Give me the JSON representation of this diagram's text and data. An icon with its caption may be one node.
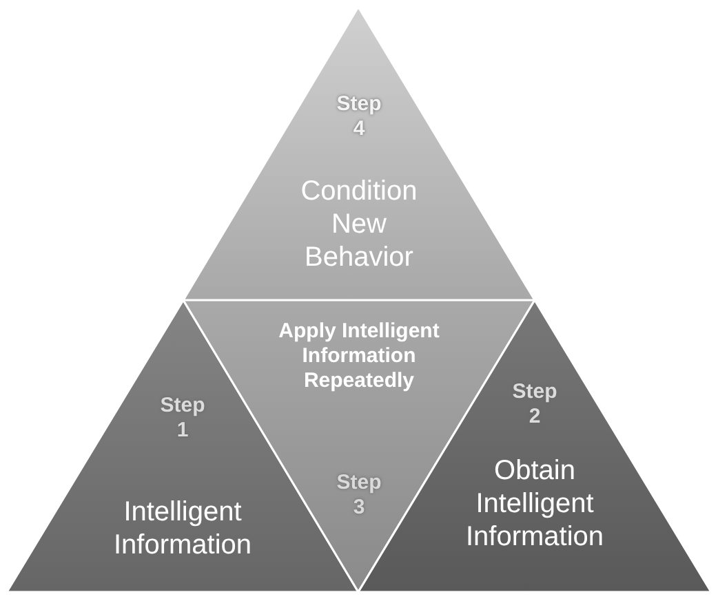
{
  "diagram": {
    "nodes": [
      {
        "text": [
          "Step 4",
          "Condition New Behavior"
        ]
      },
      {
        "text": [
          "Step 1",
          "Intelligent Information"
        ]
      },
      {
        "text": [
          "Apply Intelligent Information Repeatedly",
          "Step 3"
        ]
      },
      {
        "text": [
          "Step 2",
          "Obtain Intelligent Information"
        ]
      }
    ]
  }
}
